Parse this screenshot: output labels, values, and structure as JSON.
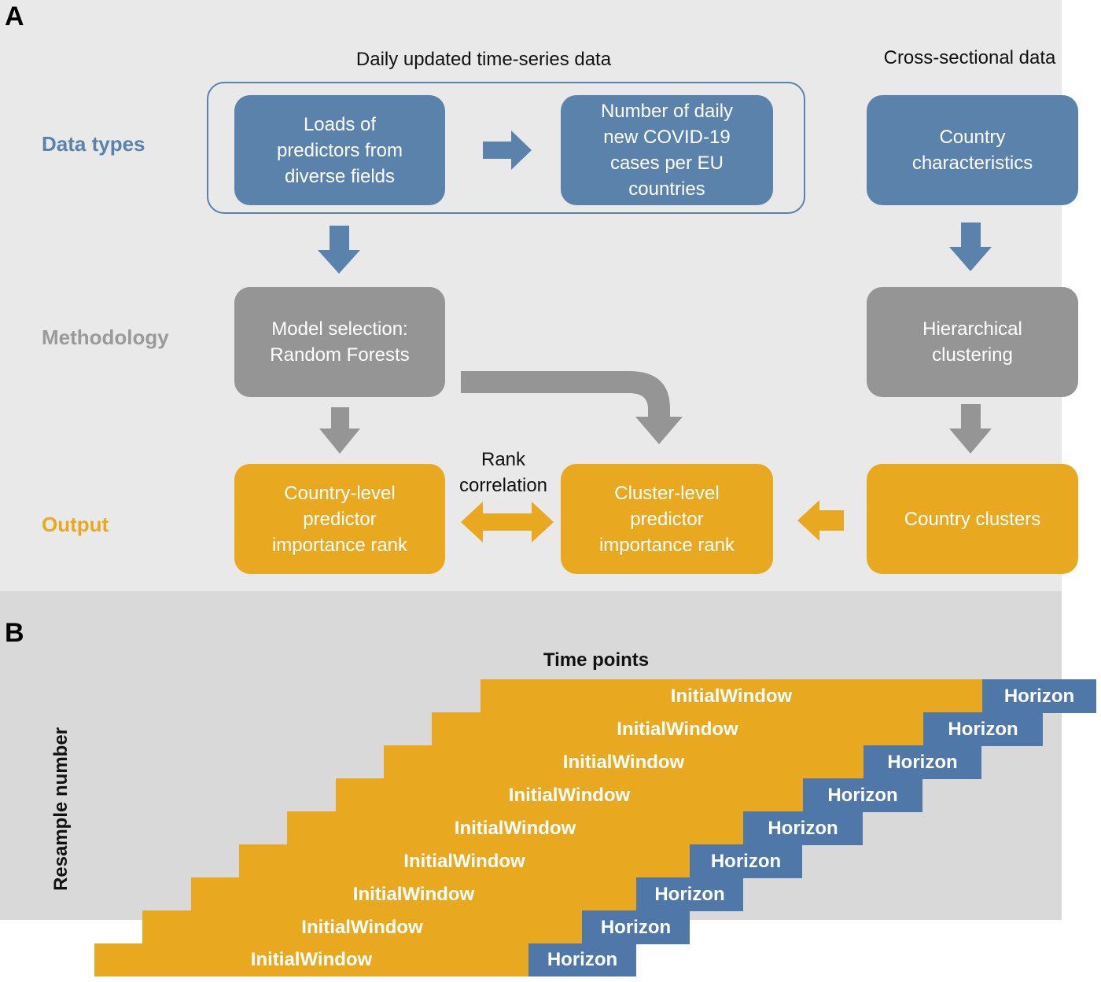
{
  "panel_a": {
    "letter": "A",
    "heading_timeseries": "Daily updated time-series data",
    "heading_cross": "Cross-sectional data",
    "row_labels": {
      "data_types": "Data types",
      "methodology": "Methodology",
      "output": "Output"
    },
    "boxes": {
      "predictors": "Loads of\npredictors from\ndiverse fields",
      "cases": "Number of daily\nnew COVID-19\ncases per EU\ncountries",
      "country_characteristics": "Country\ncharacteristics",
      "model_selection": "Model selection:\nRandom Forests",
      "hierarchical_clustering": "Hierarchical\nclustering",
      "country_rank": "Country-level\npredictor\nimportance rank",
      "cluster_rank": "Cluster-level\npredictor\nimportance rank",
      "country_clusters": "Country clusters"
    },
    "rank_correlation": "Rank\ncorrelation",
    "colors": {
      "blue": "#5b82ab",
      "gray": "#959595",
      "gold": "#e8a920",
      "label_blue": "#5b82ab",
      "label_gray": "#9a9a9a",
      "label_gold": "#e8a920"
    }
  },
  "panel_b": {
    "letter": "B",
    "title": "Time points",
    "ylabel": "Resample number",
    "window_label": "InitialWindow",
    "horizon_label": "Horizon",
    "rows": 9,
    "colors": {
      "window": "#e8a920",
      "horizon": "#4f77a8"
    }
  }
}
